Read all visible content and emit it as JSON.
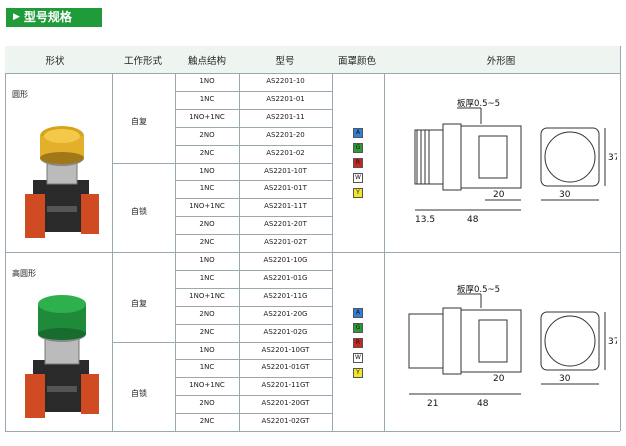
{
  "section_title": "型号规格",
  "headers": {
    "shape": "形状",
    "work_mode": "工作形式",
    "contacts": "触点结构",
    "model": "型号",
    "cover_color": "面罩颜色",
    "outline": "外形图"
  },
  "groups": [
    {
      "shape_label": "圆形",
      "modes": [
        {
          "label": "自复",
          "rows": [
            [
              "1NO",
              "AS2201-10"
            ],
            [
              "1NC",
              "AS2201-01"
            ],
            [
              "1NO+1NC",
              "AS2201-11"
            ],
            [
              "2NO",
              "AS2201-20"
            ],
            [
              "2NC",
              "AS2201-02"
            ]
          ]
        },
        {
          "label": "自锁",
          "rows": [
            [
              "1NO",
              "AS2201-10T"
            ],
            [
              "1NC",
              "AS2201-01T"
            ],
            [
              "1NO+1NC",
              "AS2201-11T"
            ],
            [
              "2NO",
              "AS2201-20T"
            ],
            [
              "2NC",
              "AS2201-02T"
            ]
          ]
        }
      ],
      "colors": [
        "A",
        "G",
        "R",
        "W",
        "Y"
      ],
      "dims": {
        "panel": "板厚0.5~5",
        "height": "37",
        "length": "48",
        "depth": "20",
        "front": "13.5",
        "width": "30"
      }
    },
    {
      "shape_label": "高圆形",
      "modes": [
        {
          "label": "自复",
          "rows": [
            [
              "1NO",
              "AS2201-10G"
            ],
            [
              "1NC",
              "AS2201-01G"
            ],
            [
              "1NO+1NC",
              "AS2201-11G"
            ],
            [
              "2NO",
              "AS2201-20G"
            ],
            [
              "2NC",
              "AS2201-02G"
            ]
          ]
        },
        {
          "label": "自锁",
          "rows": [
            [
              "1NO",
              "AS2201-10GT"
            ],
            [
              "1NC",
              "AS2201-01GT"
            ],
            [
              "1NO+1NC",
              "AS2201-11GT"
            ],
            [
              "2NO",
              "AS2201-20GT"
            ],
            [
              "2NC",
              "AS2201-02GT"
            ]
          ]
        }
      ],
      "colors": [
        "A",
        "G",
        "R",
        "W",
        "Y"
      ],
      "dims": {
        "panel": "板厚0.5~5",
        "height": "37",
        "length": "48",
        "depth": "20",
        "front": "21",
        "width": "30"
      }
    }
  ],
  "color_swatches": {
    "A": "#2f7fd8",
    "G": "#2f9a3a",
    "R": "#c8261e",
    "W": "#ffffff",
    "Y": "#f2e62a"
  }
}
